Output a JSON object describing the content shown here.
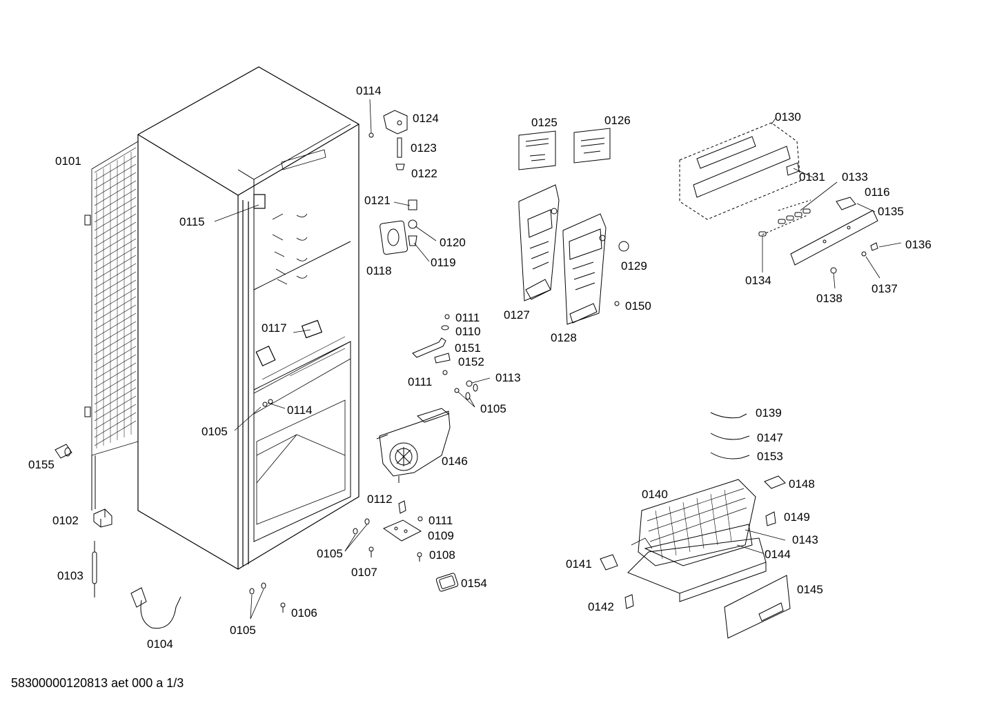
{
  "footer": "58300000120813 aet 000 a 1/3",
  "colors": {
    "line": "#000000",
    "background": "#ffffff"
  },
  "parts": {
    "p0101": "0101",
    "p0102": "0102",
    "p0103": "0103",
    "p0104": "0104",
    "p0105": "0105",
    "p0106": "0106",
    "p0107": "0107",
    "p0108": "0108",
    "p0109": "0109",
    "p0110": "0110",
    "p0111": "0111",
    "p0112": "0112",
    "p0113": "0113",
    "p0114": "0114",
    "p0115": "0115",
    "p0116": "0116",
    "p0117": "0117",
    "p0118": "0118",
    "p0119": "0119",
    "p0120": "0120",
    "p0121": "0121",
    "p0122": "0122",
    "p0123": "0123",
    "p0124": "0124",
    "p0125": "0125",
    "p0126": "0126",
    "p0127": "0127",
    "p0128": "0128",
    "p0129": "0129",
    "p0130": "0130",
    "p0131": "0131",
    "p0133": "0133",
    "p0134": "0134",
    "p0135": "0135",
    "p0136": "0136",
    "p0137": "0137",
    "p0138": "0138",
    "p0139": "0139",
    "p0140": "0140",
    "p0141": "0141",
    "p0142": "0142",
    "p0143": "0143",
    "p0144": "0144",
    "p0145": "0145",
    "p0146": "0146",
    "p0147": "0147",
    "p0148": "0148",
    "p0149": "0149",
    "p0150": "0150",
    "p0151": "0151",
    "p0152": "0152",
    "p0153": "0153",
    "p0154": "0154",
    "p0155": "0155"
  }
}
